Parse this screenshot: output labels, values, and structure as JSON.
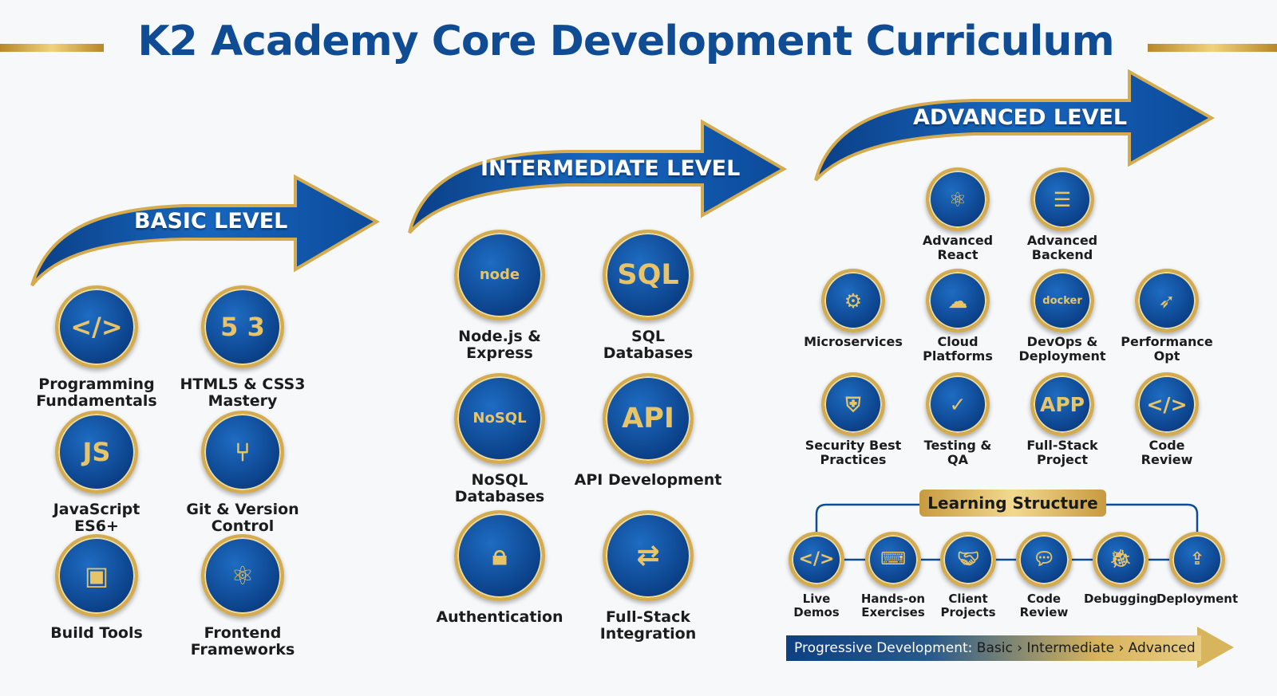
{
  "title": "K2 Academy Core Development Curriculum",
  "colors": {
    "blue": "#0f4c94",
    "gold": "#d5ab4f"
  },
  "levels": {
    "basic": {
      "label": "BASIC LEVEL",
      "items": [
        {
          "label": "Programming\nFundamentals",
          "icon": "code-window-icon",
          "glyph": "</>"
        },
        {
          "label": "HTML5 & CSS3\nMastery",
          "icon": "html5-css3-icon",
          "glyph": "5 3"
        },
        {
          "label": "JavaScript\nES6+",
          "icon": "javascript-icon",
          "glyph": "JS"
        },
        {
          "label": "Git & Version\nControl",
          "icon": "git-icon",
          "glyph": "⑂"
        },
        {
          "label": "Build Tools",
          "icon": "box-icon",
          "glyph": "▣"
        },
        {
          "label": "Frontend\nFrameworks",
          "icon": "react-atom-icon",
          "glyph": "⚛"
        }
      ]
    },
    "intermediate": {
      "label": "INTERMEDIATE LEVEL",
      "items": [
        {
          "label": "Node.js &\nExpress",
          "icon": "nodejs-icon",
          "glyph": "node"
        },
        {
          "label": "SQL\nDatabases",
          "icon": "sql-database-icon",
          "glyph": "SQL"
        },
        {
          "label": "NoSQL\nDatabases",
          "icon": "nosql-database-icon",
          "glyph": "NoSQL"
        },
        {
          "label": "API Development",
          "icon": "api-icon",
          "glyph": "API"
        },
        {
          "label": "Authentication",
          "icon": "lock-icon",
          "glyph": "🔒︎"
        },
        {
          "label": "Full-Stack\nIntegration",
          "icon": "computers-sync-icon",
          "glyph": "⇄"
        }
      ]
    },
    "advanced": {
      "label": "ADVANCED LEVEL",
      "items": [
        {
          "label": "Advanced\nReact",
          "icon": "react-plus-icon",
          "glyph": "⚛"
        },
        {
          "label": "Advanced\nBackend",
          "icon": "server-plus-icon",
          "glyph": "☰"
        },
        {
          "label": "Microservices",
          "icon": "microservices-icon",
          "glyph": "⚙"
        },
        {
          "label": "Cloud\nPlatforms",
          "icon": "cloud-icon",
          "glyph": "☁"
        },
        {
          "label": "DevOps &\nDeployment",
          "icon": "docker-icon",
          "glyph": "docker"
        },
        {
          "label": "Performance\nOpt",
          "icon": "rocket-icon",
          "glyph": "➶"
        },
        {
          "label": "Security Best\nPractices",
          "icon": "shield-icon",
          "glyph": "⛨"
        },
        {
          "label": "Testing &\nQA",
          "icon": "checkmark-icon",
          "glyph": "✓"
        },
        {
          "label": "Full-Stack\nProject",
          "icon": "mobile-app-icon",
          "glyph": "APP"
        },
        {
          "label": "Code\nReview",
          "icon": "code-search-icon",
          "glyph": "</>"
        }
      ]
    }
  },
  "learning_structure": {
    "title": "Learning Structure",
    "items": [
      {
        "label": "Live\nDemos",
        "icon": "code-window-icon",
        "glyph": "</>"
      },
      {
        "label": "Hands-on\nExercises",
        "icon": "keyboard-icon",
        "glyph": "⌨"
      },
      {
        "label": "Client\nProjects",
        "icon": "handshake-icon",
        "glyph": "🤝︎"
      },
      {
        "label": "Code\nReview",
        "icon": "chat-bubbles-icon",
        "glyph": "💬︎"
      },
      {
        "label": "Debugging",
        "icon": "bug-icon",
        "glyph": "🐞︎"
      },
      {
        "label": "Deployment",
        "icon": "upload-icon",
        "glyph": "⇪"
      }
    ]
  },
  "progress_banner": {
    "prefix": "Progressive Development:",
    "path": "Basic › Intermediate › Advanced"
  }
}
